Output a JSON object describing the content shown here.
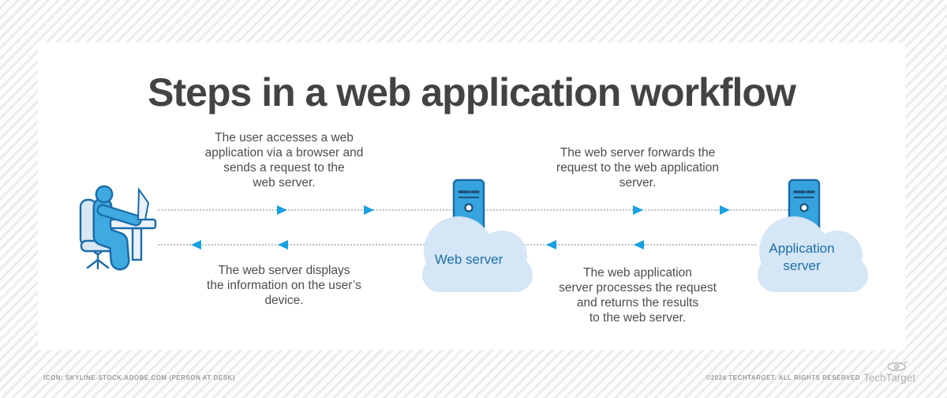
{
  "page": {
    "title": "Steps in a web application workflow"
  },
  "steps": {
    "step1": "The user accesses a web\napplication via a browser and\nsends a request to the\nweb server.",
    "step2": "The web server forwards the\nrequest to the web application\nserver.",
    "step3": "The web server displays\nthe information on the user’s\ndevice.",
    "step4": "The web application\nserver processes the request\nand returns the results\nto the web server."
  },
  "nodes": {
    "user": {
      "icon": "person-at-desk-icon"
    },
    "web_server": {
      "label": "Web server",
      "icon": "server-tower-icon"
    },
    "app_server": {
      "label": "Application\nserver",
      "icon": "server-tower-icon"
    }
  },
  "flow": {
    "top_row_direction": "right",
    "bottom_row_direction": "left"
  },
  "footer": {
    "credit": "ICON: SKYLINE-STOCK.ADOBE.COM (PERSON AT DESK)",
    "copyright": "©2024 TECHTARGET. ALL RIGHTS RESERVED",
    "brand": "TechTarget"
  },
  "colors": {
    "accent_blue": "#18a0e0",
    "icon_fill_blue": "#3fa9e1",
    "icon_stroke_blue": "#1b6ca8",
    "cloud_blue": "#d5e6f6",
    "label_blue": "#1d6fa8",
    "title_gray": "#434343",
    "body_text_gray": "#4d4d4d",
    "dotted_line_gray": "#b9c0c6",
    "footer_gray": "#9b9b9b"
  }
}
